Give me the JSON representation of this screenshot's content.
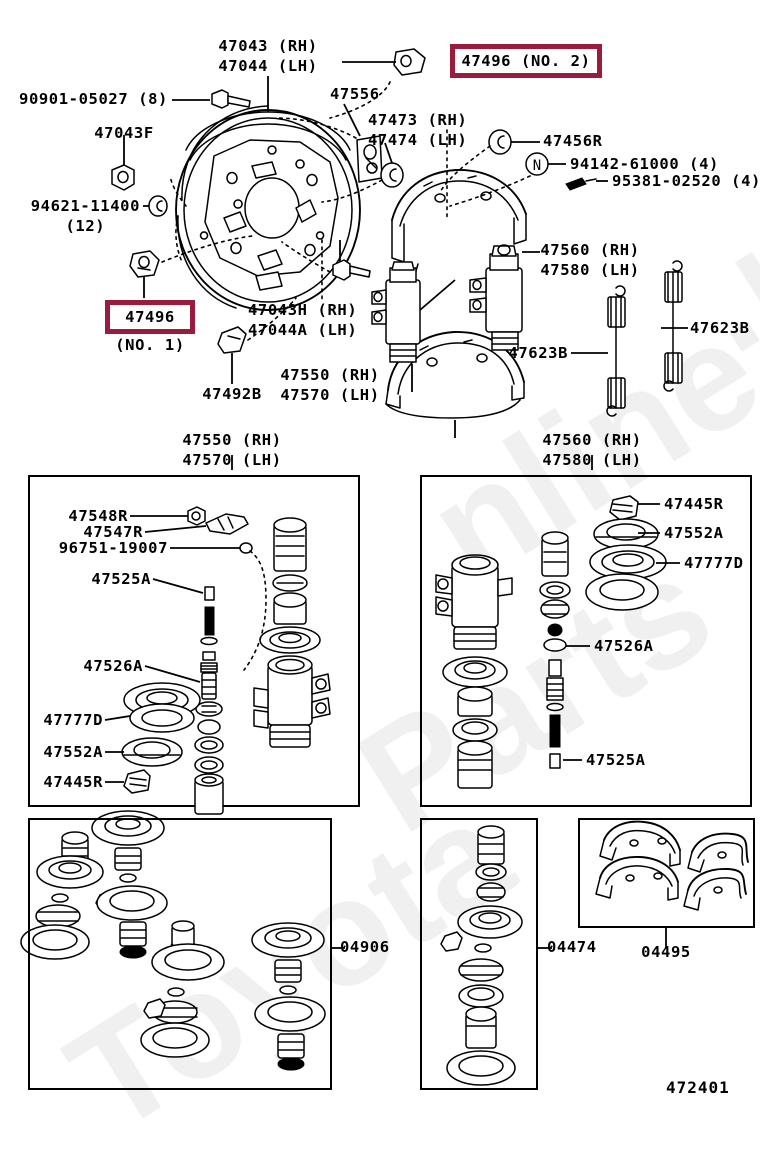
{
  "diagram": {
    "title": "Toyota rear drum brake backing plate and wheel cylinder exploded parts diagram",
    "figure_number": "472401",
    "watermark": "ToyotaPartsOnline.ru",
    "highlight_color": "#9B1B3C"
  },
  "highlights": [
    {
      "id": "hl-47496-no2",
      "text": "47496 (NO. 2)"
    },
    {
      "id": "hl-47496-no1",
      "text": "47496"
    }
  ],
  "main_labels": {
    "backing_plate": "47043 (RH)\n47044 (LH)",
    "bolt_90901": "90901-05027 (8)",
    "nut_47043f": "47043F",
    "clip_94621": "94621-11400\n(12)",
    "clip_47556": "47556",
    "plug_4747x": "47473 (RH)\n47474 (LH)",
    "washer_47456r": "47456R",
    "nut_94142": "94142-61000 (4)",
    "screw_95381": "95381-02520 (4)",
    "lever_47496_no1_sub": "(NO. 1)",
    "bolt_47043h": "47043H (RH)\n47044A (LH)",
    "plug_47492b": "47492B",
    "cylinder_right": "47550 (RH)\n47570 (LH)",
    "cylinder_left": "47550 (RH)\n47570 (LH)",
    "cylinder_47560_top": "47560 (RH)\n47580 (LH)",
    "spring_47623b_a": "47623B",
    "spring_47623b_b": "47623B",
    "panel_left_caption": "47550 (RH)\n47570 (LH)",
    "panel_right_caption": "47560 (RH)\n47580 (LH)"
  },
  "panel_left": {
    "caption": "47550 (RH)\n47570 (LH)",
    "items": [
      {
        "label": "47548R"
      },
      {
        "label": "47547R"
      },
      {
        "label": "96751-19007"
      },
      {
        "label": "47525A"
      },
      {
        "label": "47526A"
      },
      {
        "label": "47777D"
      },
      {
        "label": "47552A"
      },
      {
        "label": "47445R"
      }
    ]
  },
  "panel_right": {
    "caption": "47560 (RH)\n47580 (LH)",
    "items": [
      {
        "label": "47445R"
      },
      {
        "label": "47552A"
      },
      {
        "label": "47777D"
      },
      {
        "label": "47526A"
      },
      {
        "label": "47525A"
      }
    ]
  },
  "panel_kit_04906": {
    "label": "04906"
  },
  "panel_kit_04474": {
    "label": "04474"
  },
  "panel_kit_04495": {
    "label": "04495"
  }
}
